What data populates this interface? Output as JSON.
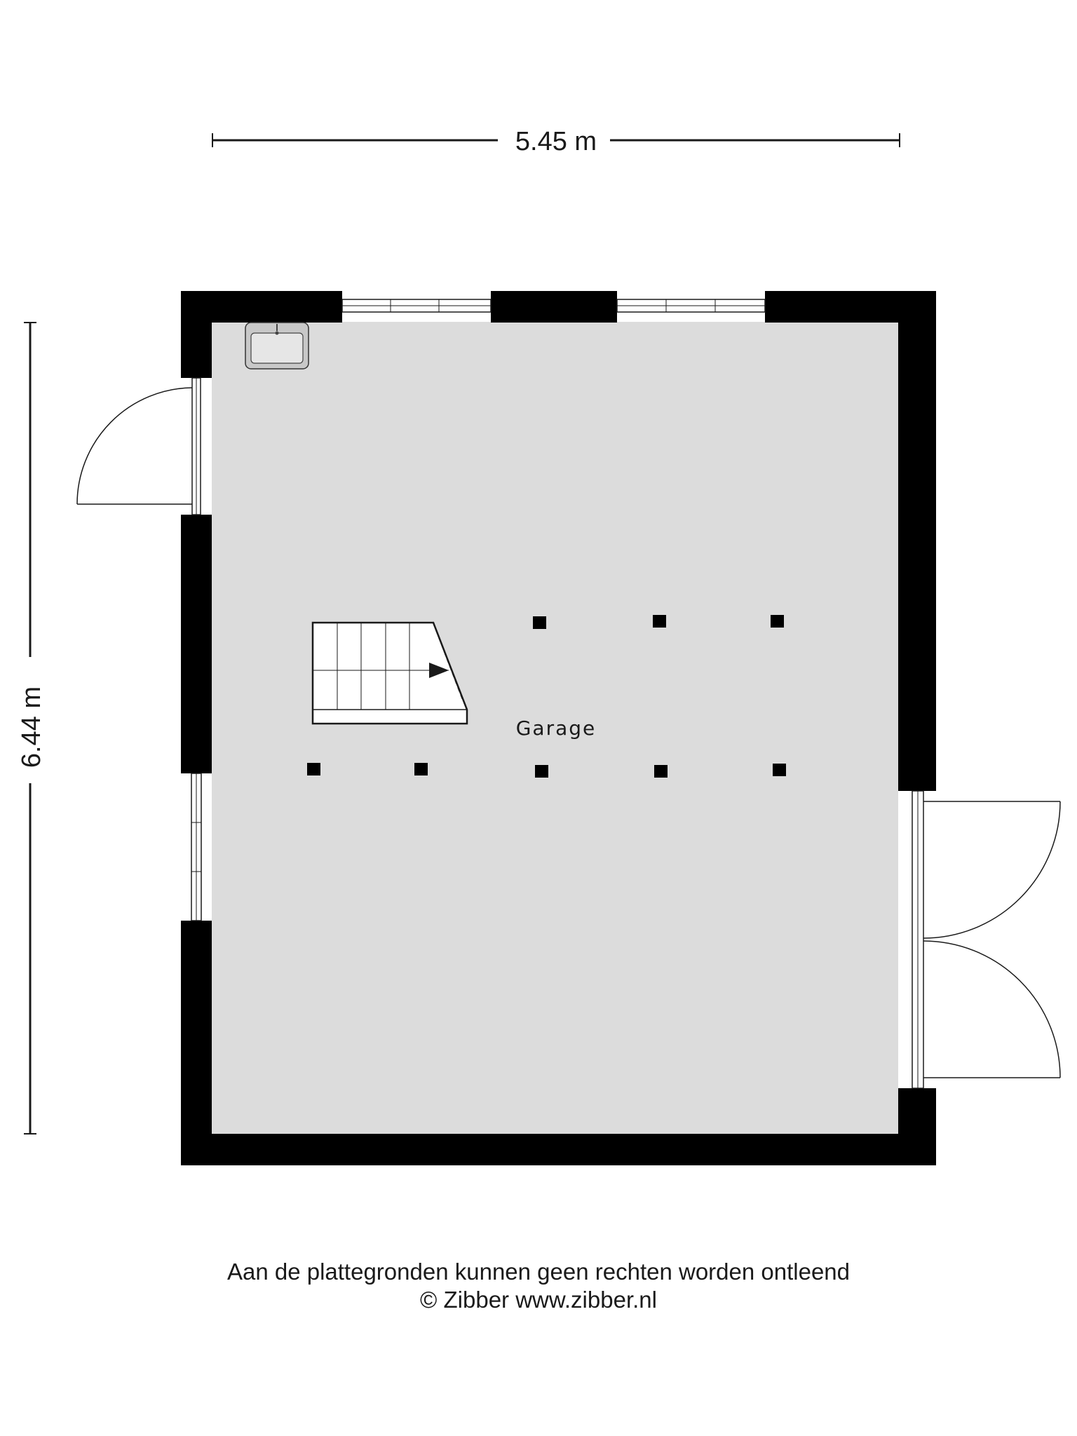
{
  "dimensions": {
    "width_label": "5.45 m",
    "height_label": "6.44 m"
  },
  "room": {
    "name": "Garage"
  },
  "footer": {
    "disclaimer": "Aan de plattegronden kunnen geen rechten worden ontleend",
    "credit": "© Zibber www.zibber.nl"
  },
  "colors": {
    "wall": "#000000",
    "floor": "#dcdcdc",
    "line": "#1a1a1a"
  }
}
